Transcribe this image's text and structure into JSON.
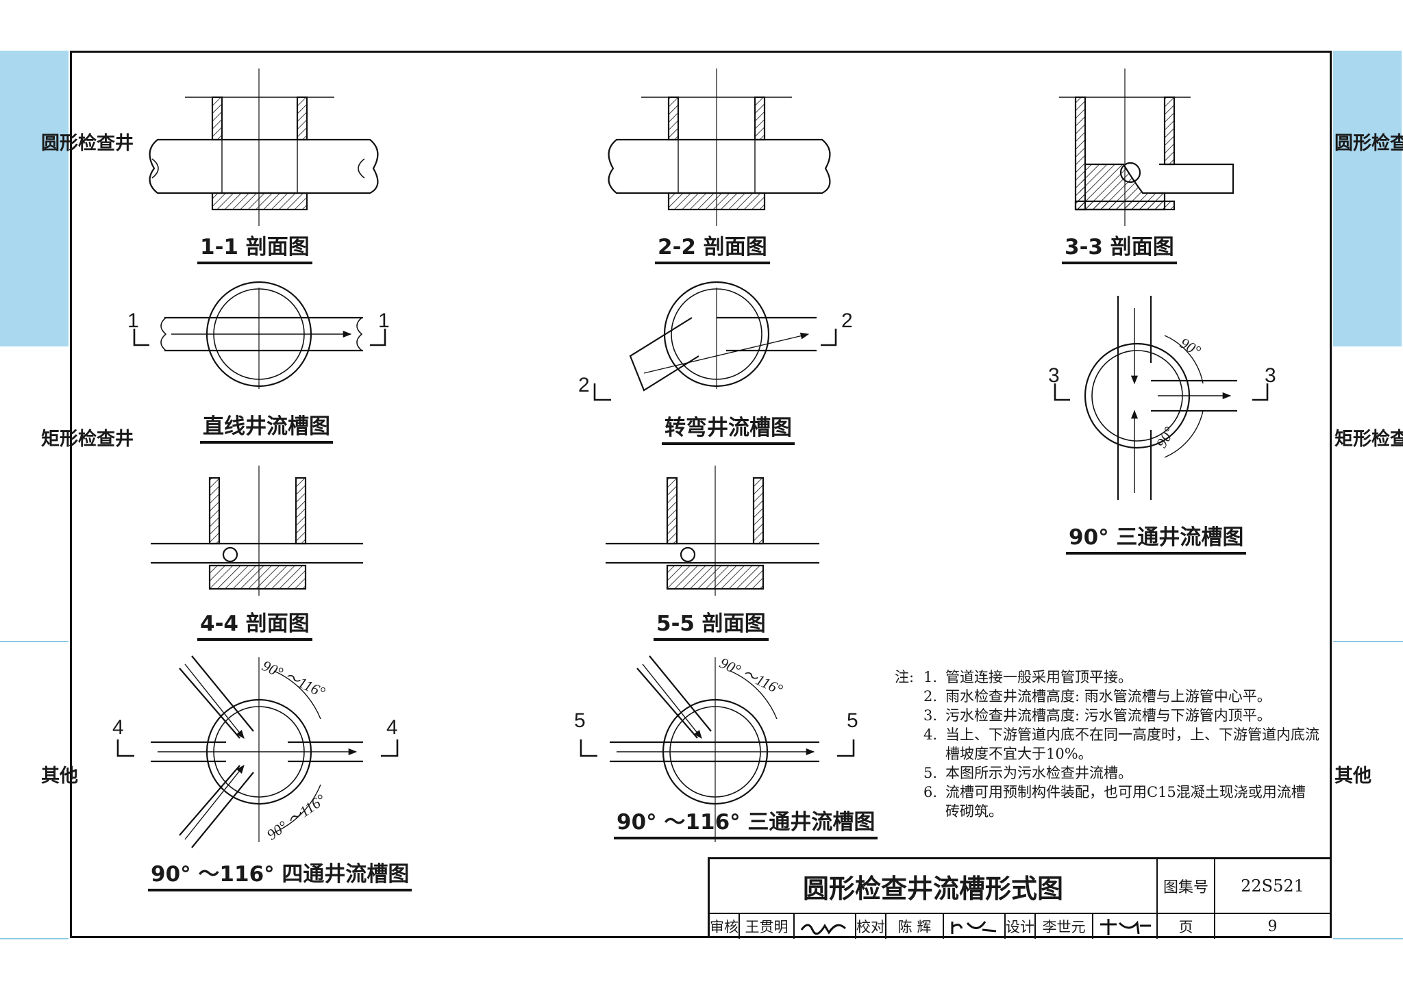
{
  "side_tabs": {
    "left": [
      "圆形检查井",
      "矩形检查井",
      "其他"
    ],
    "right": [
      "圆形检查井",
      "矩形检查井",
      "其他"
    ]
  },
  "drawings": {
    "sec_1_1": "1-1 剖面图",
    "sec_2_2": "2-2 剖面图",
    "sec_3_3": "3-3 剖面图",
    "plan_straight": "直线井流槽图",
    "plan_turn": "转弯井流槽图",
    "plan_tee90": "90° 三通井流槽图",
    "sec_4_4": "4-4 剖面图",
    "sec_5_5": "5-5 剖面图",
    "plan_cross": "90° ～116° 四通井流槽图",
    "plan_tee116": "90° ～116° 三通井流槽图"
  },
  "section_marks": {
    "m1": "1",
    "m2": "2",
    "m3": "3",
    "m4": "4",
    "m5": "5"
  },
  "angles": {
    "a90": "90°",
    "a90_116": "90° ～116°"
  },
  "notes": {
    "label": "注:",
    "items": [
      {
        "num": "1.",
        "text": "管道连接一般采用管顶平接。"
      },
      {
        "num": "2.",
        "text": "雨水检查井流槽高度: 雨水管流槽与上游管中心平。"
      },
      {
        "num": "3.",
        "text": "污水检查井流槽高度: 污水管流槽与下游管内顶平。"
      },
      {
        "num": "4.",
        "text": "当上、下游管道内底不在同一高度时，上、下游管道内底流槽坡度不宜大于10%。"
      },
      {
        "num": "5.",
        "text": "本图所示为污水检查井流槽。"
      },
      {
        "num": "6.",
        "text": "流槽可用预制构件装配，也可用C15混凝土现浇或用流槽砖砌筑。"
      }
    ]
  },
  "title_block": {
    "title": "圆形检查井流槽形式图",
    "atlas_label": "图集号",
    "atlas_no": "22S521",
    "review_label": "审核",
    "reviewer": "王贯明",
    "check_label": "校对",
    "checker": "陈 辉",
    "design_label": "设计",
    "designer": "李世元",
    "page_label": "页",
    "page_no": "9"
  },
  "colors": {
    "tab": "#a9d8ef",
    "line": "#111111"
  }
}
